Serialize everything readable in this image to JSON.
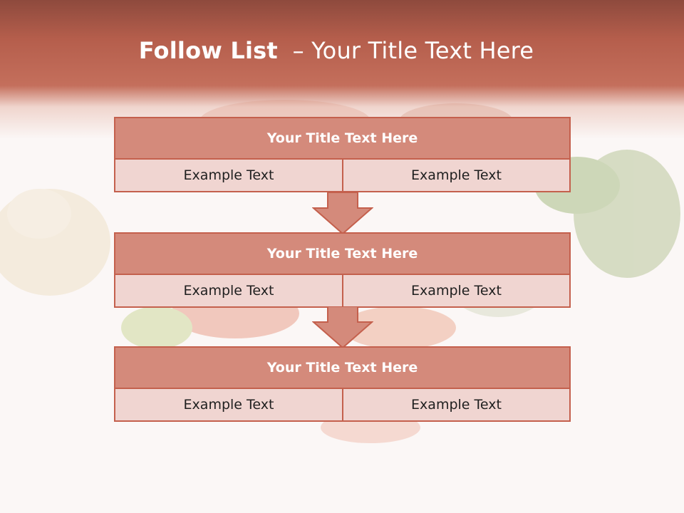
{
  "slide": {
    "title_bold": "Follow List",
    "title_rest": "  – Your Title Text Here"
  },
  "steps": [
    {
      "title": "Your Title Text Here",
      "cells": [
        "Example Text",
        "Example Text"
      ]
    },
    {
      "title": "Your Title Text Here",
      "cells": [
        "Example Text",
        "Example Text"
      ]
    },
    {
      "title": "Your Title Text Here",
      "cells": [
        "Example Text",
        "Example Text"
      ]
    }
  ],
  "colors": {
    "header": "#b55e4c",
    "box_title": "#d48a7b",
    "box_cell": "#f0d5d1",
    "border": "#c4604d"
  }
}
